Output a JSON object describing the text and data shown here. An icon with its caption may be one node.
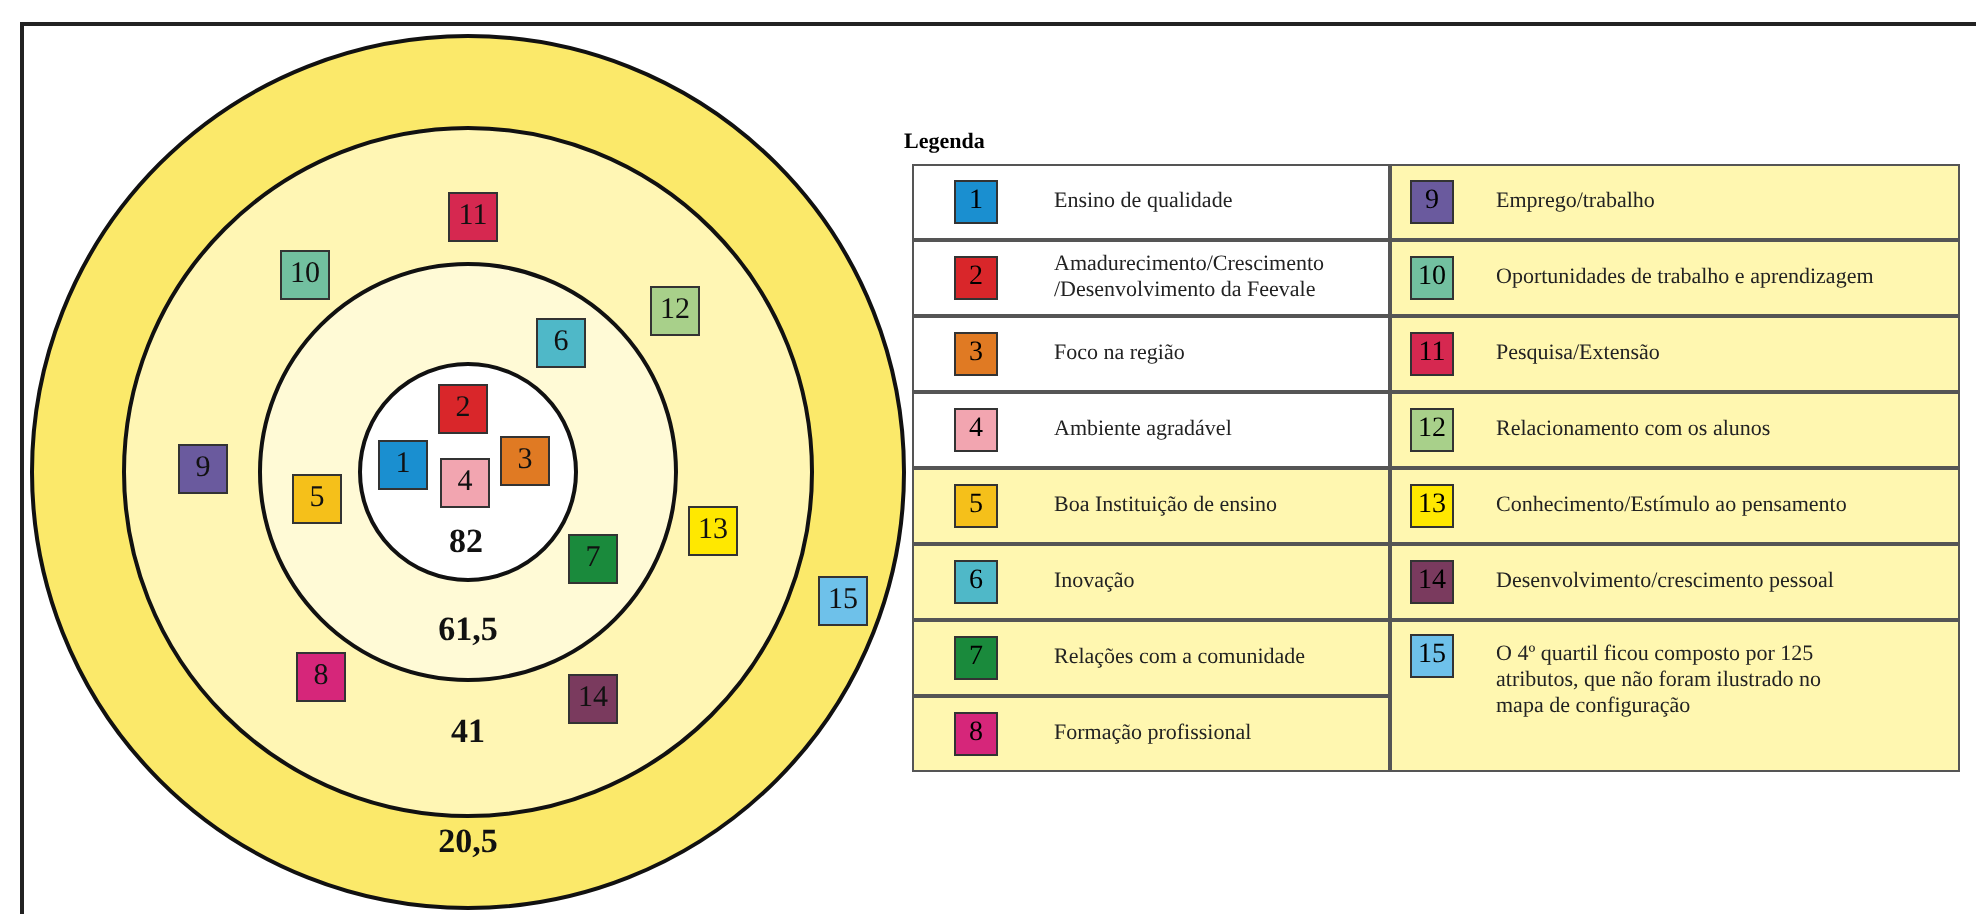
{
  "diagram": {
    "nodes": [
      {
        "text": [
          "20,5"
        ]
      },
      {
        "text": [
          "41"
        ],
        "in": 0
      },
      {
        "text": [
          "61,5"
        ],
        "in": 1
      },
      {
        "text": [
          "82"
        ],
        "in": 2
      },
      {
        "text": [
          "1"
        ],
        "in": 3
      },
      {
        "text": [
          "2"
        ],
        "in": 3
      },
      {
        "text": [
          "3"
        ],
        "in": 3
      },
      {
        "text": [
          "4"
        ],
        "in": 3
      },
      {
        "text": [
          "5"
        ],
        "in": 2
      },
      {
        "text": [
          "6"
        ],
        "in": 2
      },
      {
        "text": [
          "7"
        ],
        "in": 2
      },
      {
        "text": [
          "8"
        ],
        "in": 1
      },
      {
        "text": [
          "9"
        ],
        "in": 1
      },
      {
        "text": [
          "10"
        ],
        "in": 1
      },
      {
        "text": [
          "11"
        ],
        "in": 1
      },
      {
        "text": [
          "12"
        ],
        "in": 1
      },
      {
        "text": [
          "13"
        ],
        "in": 1
      },
      {
        "text": [
          "14"
        ],
        "in": 1
      },
      {
        "text": [
          "15"
        ],
        "in": 0
      }
    ],
    "labels": [
      "Legenda",
      "1",
      "2",
      "3",
      "4",
      "5",
      "6",
      "7",
      "8",
      "9",
      "10",
      "11",
      "12",
      "13",
      "14",
      "15"
    ],
    "legend": [
      {
        "text": "Ensino de qualidade",
        "color": "#1a8fd0"
      },
      {
        "text": "Amadurecimento/Crescimento /Desenvolvimento da Feevale",
        "color": "#d9262a"
      },
      {
        "text": "Foco na região",
        "color": "#e07a23"
      },
      {
        "text": "Ambiente agradável",
        "color": "#f2a5b0"
      },
      {
        "text": "Boa Instituição de ensino",
        "color": "#f5c01a"
      },
      {
        "text": "Inovação",
        "color": "#4fb8c8"
      },
      {
        "text": "Relações com a comunidade",
        "color": "#1a8a3c"
      },
      {
        "text": "Formação profissional",
        "color": "#d6267a"
      },
      {
        "text": "Emprego/trabalho",
        "color": "#6a5a9e"
      },
      {
        "text": "Oportunidades de trabalho e aprendizagem",
        "color": "#72c0a0"
      },
      {
        "text": "Pesquisa/Extensão",
        "color": "#d62850"
      },
      {
        "text": "Relacionamento com os alunos",
        "color": "#a8d08a"
      },
      {
        "text": "Conhecimento/Estímulo ao pensamento",
        "color": "#ffe800"
      },
      {
        "text": "Desenvolvimento/crescimento pessoal",
        "color": "#7a3a5e"
      },
      {
        "text": "O 4º quartil ficou composto por 125 atributos, que não foram ilustrado no mapa de configuração",
        "color": "#6ec1ea"
      }
    ]
  }
}
